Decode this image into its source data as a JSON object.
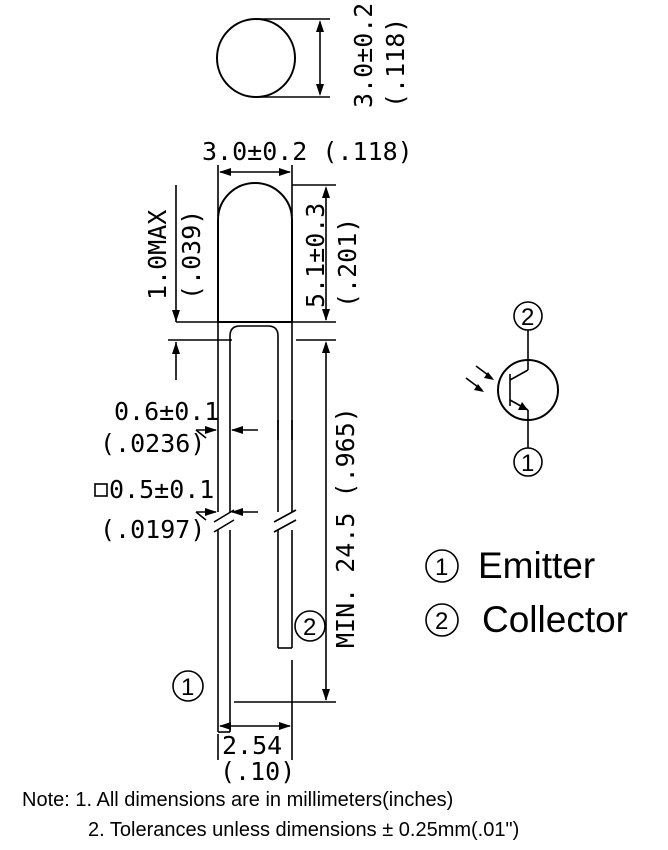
{
  "dimensions": {
    "lens_diameter_side": "3.0±0.2",
    "lens_diameter_side_inch": "(.118)",
    "lens_diameter_top": "3.0±0.2 (.118)",
    "flange_height": "1.0MAX",
    "flange_height_inch": "(.039)",
    "body_height": "5.1±0.3",
    "body_height_inch": "(.201)",
    "lead_width": "0.6±0.1",
    "lead_width_inch": "(.0236)",
    "lead_square": "0.5±0.1",
    "lead_square_inch": "(.0197)",
    "lead_length": "MIN. 24.5 (.965)",
    "lead_spacing": "2.54",
    "lead_spacing_inch": "(.10)"
  },
  "pins": {
    "pin1_number": "1",
    "pin2_number": "2"
  },
  "legend": {
    "item1_number": "1",
    "item1_label": "Emitter",
    "item2_number": "2",
    "item2_label": "Collector"
  },
  "notes": {
    "line1": "Note: 1. All dimensions are in millimeters(inches)",
    "line2": "2. Tolerances unless dimensions ± 0.25mm(.01\")"
  }
}
